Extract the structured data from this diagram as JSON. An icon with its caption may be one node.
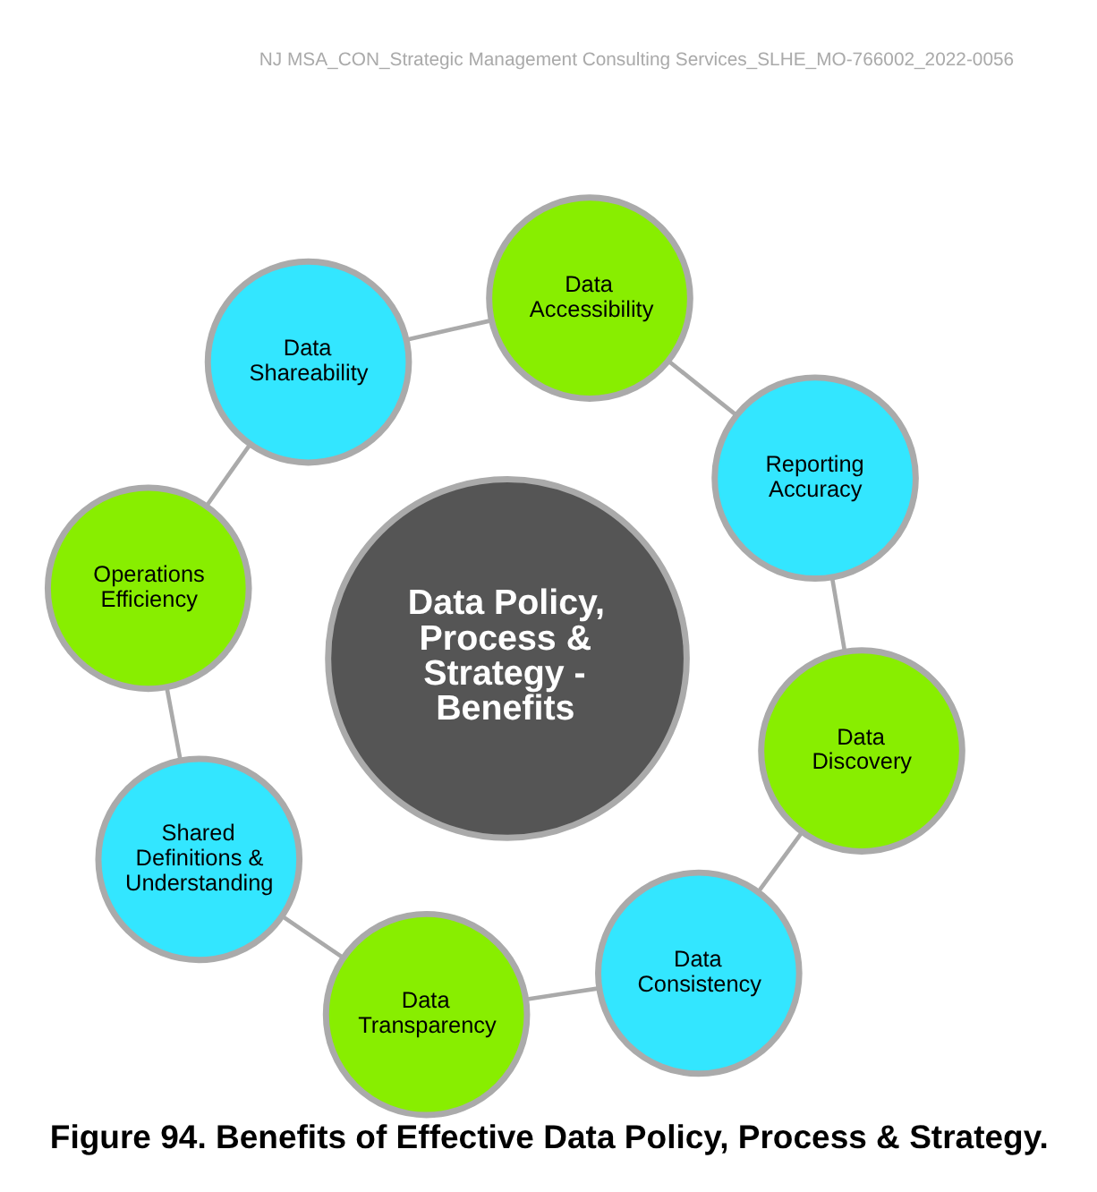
{
  "diagram": {
    "caption": "Figure 94. Benefits of Effective Data Policy, Process & Strategy.",
    "nodes": [
      {
        "text": [
          "Data Transparency"
        ]
      },
      {
        "text": [
          "Data Consistency"
        ]
      },
      {
        "text": [
          "Data Discovery"
        ]
      },
      {
        "text": [
          "Reporting Accuracy"
        ]
      },
      {
        "text": [
          "Data Accessibility"
        ]
      },
      {
        "text": [
          "Data Shareability"
        ]
      },
      {
        "text": [
          "Operations Efficiency"
        ]
      },
      {
        "text": [
          "Shared Definitions & Understanding"
        ]
      },
      {
        "text": [
          "Data Policy, Process & Strategy - Benefits"
        ]
      }
    ],
    "edges": [
      {
        "from": 0,
        "to": 1,
        "arrow": "none"
      },
      {
        "from": 1,
        "to": 2,
        "arrow": "none"
      },
      {
        "from": 2,
        "to": 3,
        "arrow": "none"
      },
      {
        "from": 3,
        "to": 4,
        "arrow": "none"
      },
      {
        "from": 4,
        "to": 5,
        "arrow": "none"
      },
      {
        "from": 5,
        "to": 6,
        "arrow": "none"
      },
      {
        "from": 6,
        "to": 7,
        "arrow": "none"
      },
      {
        "from": 7,
        "to": 0,
        "arrow": "none"
      }
    ],
    "labels": [
      "NJ MSA_CON_Strategic Management Consulting Services_SLHE_MO-766002_2022-0056"
    ]
  }
}
